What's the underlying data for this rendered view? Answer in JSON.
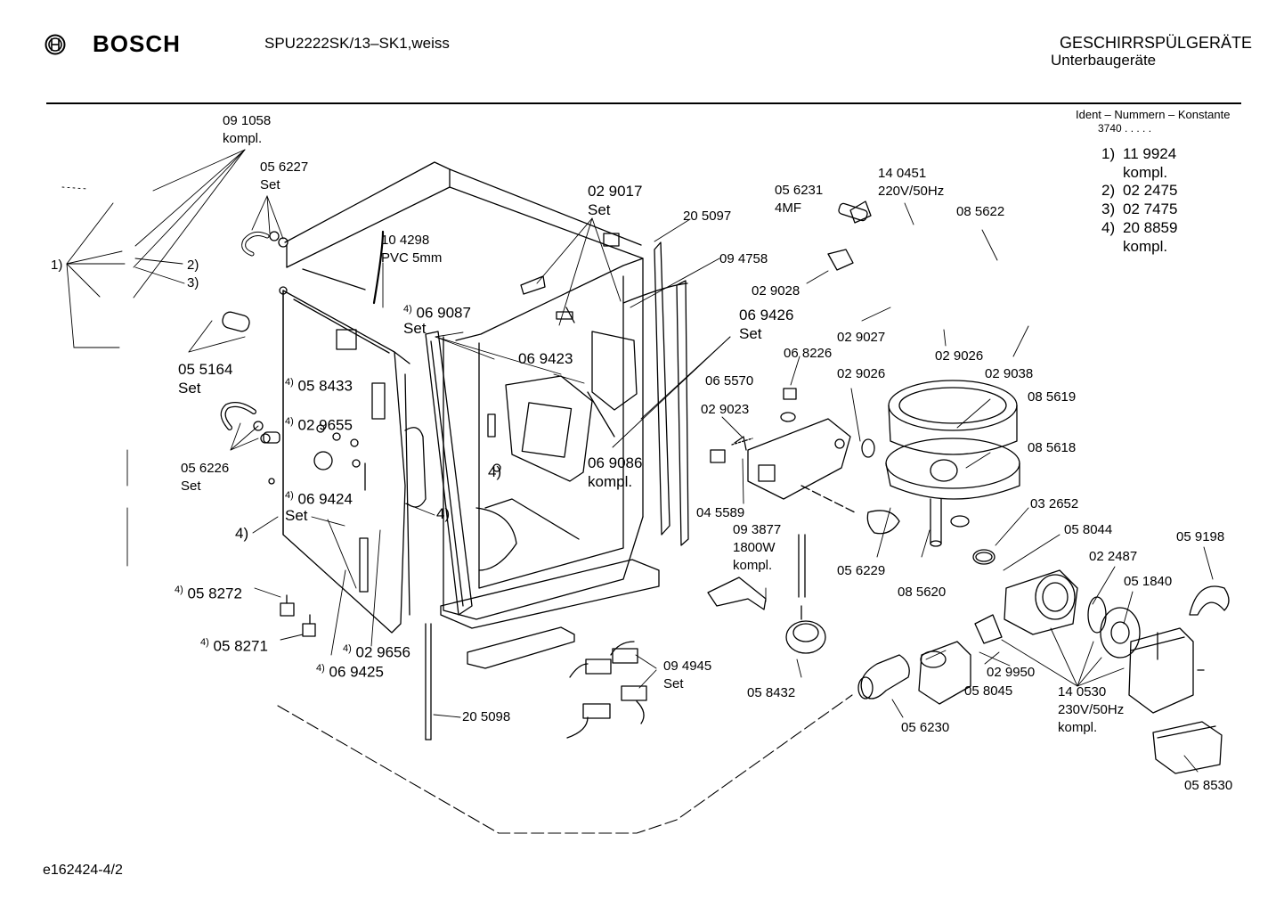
{
  "header": {
    "brand": "BOSCH",
    "model": "SPU2222SK/13–SK1,weiss",
    "category": "GESCHIRRSPÜLGERÄTE",
    "subcategory": "Unterbaugeräte",
    "ident_label": "Ident – Nummern – Konstante",
    "constant": "3740  .  .  .  .  ."
  },
  "footnotes": [
    {
      "key": "1)",
      "line1": "11 9924",
      "line2": "kompl."
    },
    {
      "key": "2)",
      "line1": "02 2475",
      "line2": ""
    },
    {
      "key": "3)",
      "line1": "02 7475",
      "line2": ""
    },
    {
      "key": "4)",
      "line1": "20 8859",
      "line2": "kompl."
    }
  ],
  "labels": {
    "l091058": "09 1058",
    "l091058b": "kompl.",
    "l056227": "05 6227",
    "l056227b": "Set",
    "l1": "1)",
    "l2": "2)",
    "l3": "3)",
    "l104298": "10 4298",
    "l104298b": "PVC 5mm",
    "l055164": "05 5164",
    "l055164b": "Set",
    "l058433": "05 8433",
    "l029655": "02 9655",
    "l056226": "05 6226",
    "l056226b": "Set",
    "l069424": "06 9424",
    "l069424b": "Set",
    "l4a": "4)",
    "l058272": "05 8272",
    "l058271": "05 8271",
    "l029656": "02 9656",
    "l069425": "06 9425",
    "l069087": "06 9087",
    "l069087b": "Set",
    "l029017": "02 9017",
    "l029017b": "Set",
    "l069423": "06 9423",
    "l4b": "4)",
    "l4c": "4)",
    "l205097": "20 5097",
    "l094758": "09 4758",
    "l069426": "06 9426",
    "l069426b": "Set",
    "l069086": "06 9086",
    "l069086b": "kompl.",
    "l205098": "20 5098",
    "l094945": "09 4945",
    "l094945b": "Set",
    "l056231": "05 6231",
    "l056231b": "4MF",
    "l140451": "14 0451",
    "l140451b": "220V/50Hz",
    "l085622": "08 5622",
    "l029028": "02 9028",
    "l029027": "02 9027",
    "l068226": "06 8226",
    "l065570": "06 5570",
    "l029026a": "02 9026",
    "l029026b": "02 9026",
    "l029038": "02 9038",
    "l029023": "02 9023",
    "l085619": "08 5619",
    "l085618": "08 5618",
    "l045589": "04 5589",
    "l093877": "09 3877",
    "l093877b": "1800W",
    "l093877c": "kompl.",
    "l032652": "03 2652",
    "l058044": "05 8044",
    "l059198": "05 9198",
    "l022487": "02 2487",
    "l051840": "05 1840",
    "l056229": "05 6229",
    "l085620": "08 5620",
    "l058432": "05 8432",
    "l029950": "02 9950",
    "l058045": "05 8045",
    "l140530": "14 0530",
    "l140530b": "230V/50Hz",
    "l140530c": "kompl.",
    "l056230": "05 6230",
    "l058530": "05 8530"
  },
  "doc_id": "e162424-4/2"
}
